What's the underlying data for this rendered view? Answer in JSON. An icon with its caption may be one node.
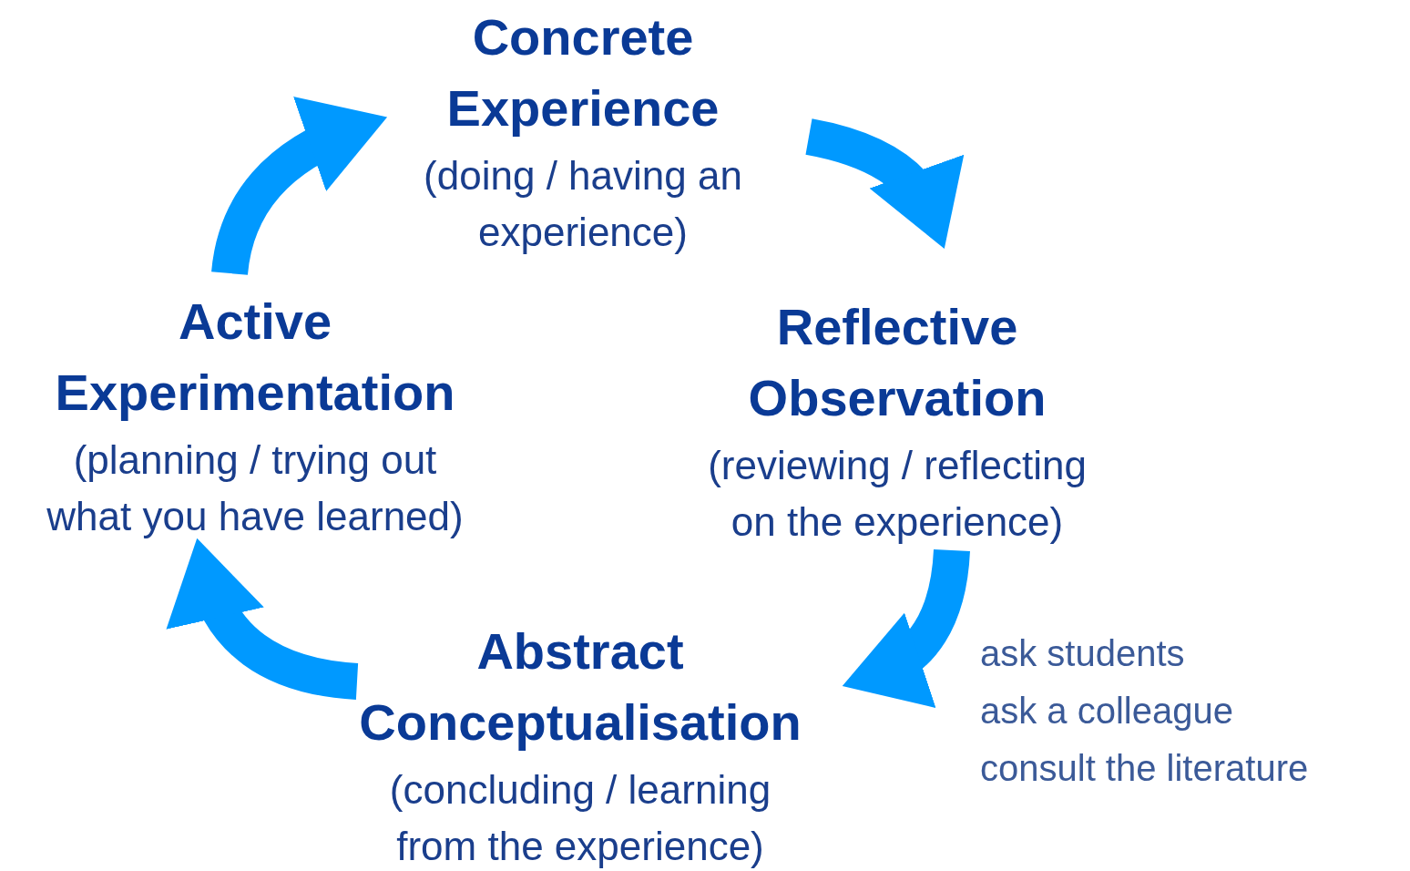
{
  "diagram": {
    "nodes": [
      {
        "text": [
          "Concrete Experience",
          "(doing / having an experience)"
        ]
      },
      {
        "text": [
          "Reflective Observation",
          "(reviewing / reflecting on the experience)"
        ]
      },
      {
        "text": [
          "Abstract Conceptualisation",
          "(concluding / learning from the experience)"
        ]
      },
      {
        "text": [
          "Active Experimentation",
          "(planning / trying out what you have learned)"
        ]
      }
    ],
    "edges": [
      {
        "from": 0,
        "to": 1,
        "arrow": "to"
      },
      {
        "from": 1,
        "to": 2,
        "arrow": "to"
      },
      {
        "from": 2,
        "to": 3,
        "arrow": "to"
      },
      {
        "from": 3,
        "to": 0,
        "arrow": "to"
      }
    ],
    "labels": [
      "ask students",
      "ask a colleague",
      "consult the literature"
    ]
  }
}
